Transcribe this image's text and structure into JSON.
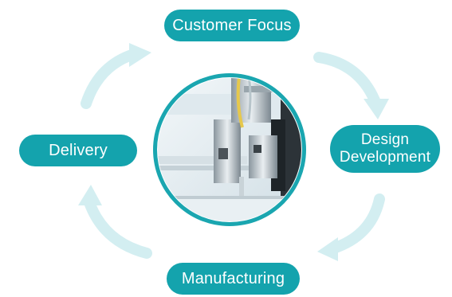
{
  "colors": {
    "pill": "#14a3ad",
    "ring": "#1aa6b0",
    "arrow": "#d3eef1",
    "photo_bg": "#e6eef2"
  },
  "cycle": {
    "customer_focus": "Customer Focus",
    "design_line1": "Design",
    "design_line2": "Development",
    "delivery": "Delivery",
    "manufacturing": "Manufacturing"
  },
  "center": {
    "icon": "machine-photo-icon"
  }
}
